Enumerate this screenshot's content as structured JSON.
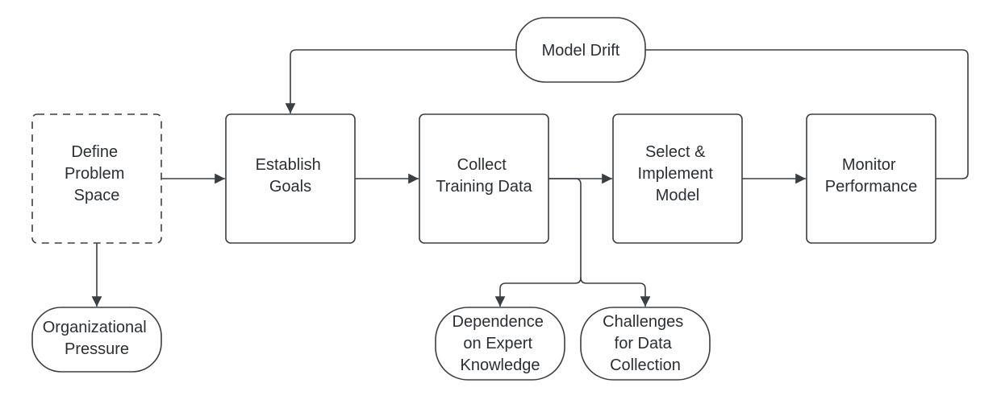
{
  "diagram": {
    "nodes": {
      "define": {
        "lines": [
          "Define",
          "Problem",
          "Space"
        ],
        "style": "dashed"
      },
      "goals": {
        "lines": [
          "Establish",
          "Goals"
        ]
      },
      "collect": {
        "lines": [
          "Collect",
          "Training Data"
        ]
      },
      "select": {
        "lines": [
          "Select &",
          "Implement",
          "Model"
        ]
      },
      "monitor": {
        "lines": [
          "Monitor",
          "Performance"
        ]
      },
      "drift": {
        "lines": [
          "Model Drift"
        ]
      },
      "org": {
        "lines": [
          "Organizational",
          "Pressure"
        ]
      },
      "expert": {
        "lines": [
          "Dependence",
          "on Expert",
          "Knowledge"
        ]
      },
      "challenges": {
        "lines": [
          "Challenges",
          "for Data",
          "Collection"
        ]
      }
    },
    "colors": {
      "stroke": "#3a3f44",
      "text": "#2b2f33",
      "fill": "#ffffff"
    }
  }
}
